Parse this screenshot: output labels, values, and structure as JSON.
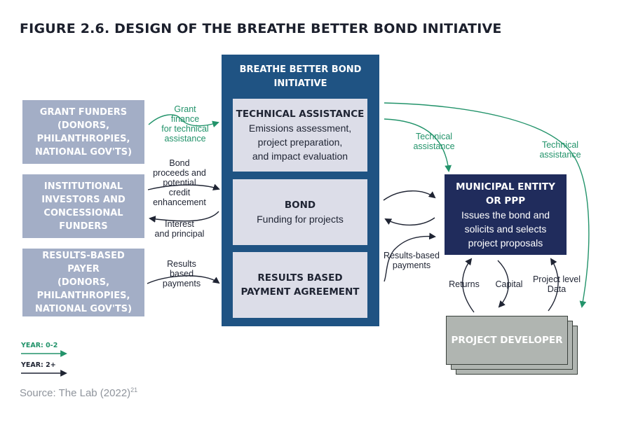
{
  "figure": {
    "title": "FIGURE 2.6.  DESIGN OF THE BREATHE BETTER BOND INITIATIVE",
    "source": "Source: The Lab (2022)",
    "source_sup": "21"
  },
  "funders": [
    {
      "label": "GRANT FUNDERS\n(DONORS,\nPHILANTHROPIES,\nNATIONAL GOV'TS)"
    },
    {
      "label": "INSTITUTIONAL\nINVESTORS AND\nCONCESSIONAL\nFUNDERS"
    },
    {
      "label": "RESULTS-BASED PAYER\n(DONORS,\nPHILANTHROPIES,\nNATIONAL GOV'TS)"
    }
  ],
  "initiative": {
    "title": "BREATHE BETTER BOND\nINITIATIVE",
    "technical_assistance": {
      "head": "TECHNICAL ASSISTANCE",
      "body": "Emissions assessment,\nproject preparation,\nand impact evaluation"
    },
    "bond": {
      "head": "BOND",
      "body": "Funding for projects"
    },
    "results_agreement": {
      "head": "RESULTS BASED\nPAYMENT AGREEMENT"
    }
  },
  "municipal": {
    "head": "MUNICIPAL ENTITY\nOR PPP",
    "body": "Issues the bond and\nsolicits and selects\nproject proposals"
  },
  "developer": {
    "label": "PROJECT DEVELOPER"
  },
  "flows": {
    "grant_finance": "Grant\nfinance\nfor technical\nassistance",
    "bond_proceeds": "Bond\nproceeds and\npotential\ncredit\nenhancement",
    "interest": "Interest\nand principal",
    "results_payments_left": "Results\nbased\npayments",
    "ta_to_municipal": "Technical\nassistance",
    "ta_to_developer": "Technical\nassistance",
    "results_payments_right": "Results-based\npayments",
    "returns": "Returns",
    "capital": "Capital",
    "project_data": "Project level\nData"
  },
  "legend": {
    "year_0_2": "YEAR: 0-2",
    "year_2_plus": "YEAR: 2+"
  },
  "colors": {
    "grant_box": "#a3aec6",
    "initiative_panel": "#1f5383",
    "inner_box": "#dcdde8",
    "municipal": "#202c5c",
    "developer": "#b0b5b1",
    "green_arrow": "#22936a",
    "black_arrow": "#1f2433"
  }
}
